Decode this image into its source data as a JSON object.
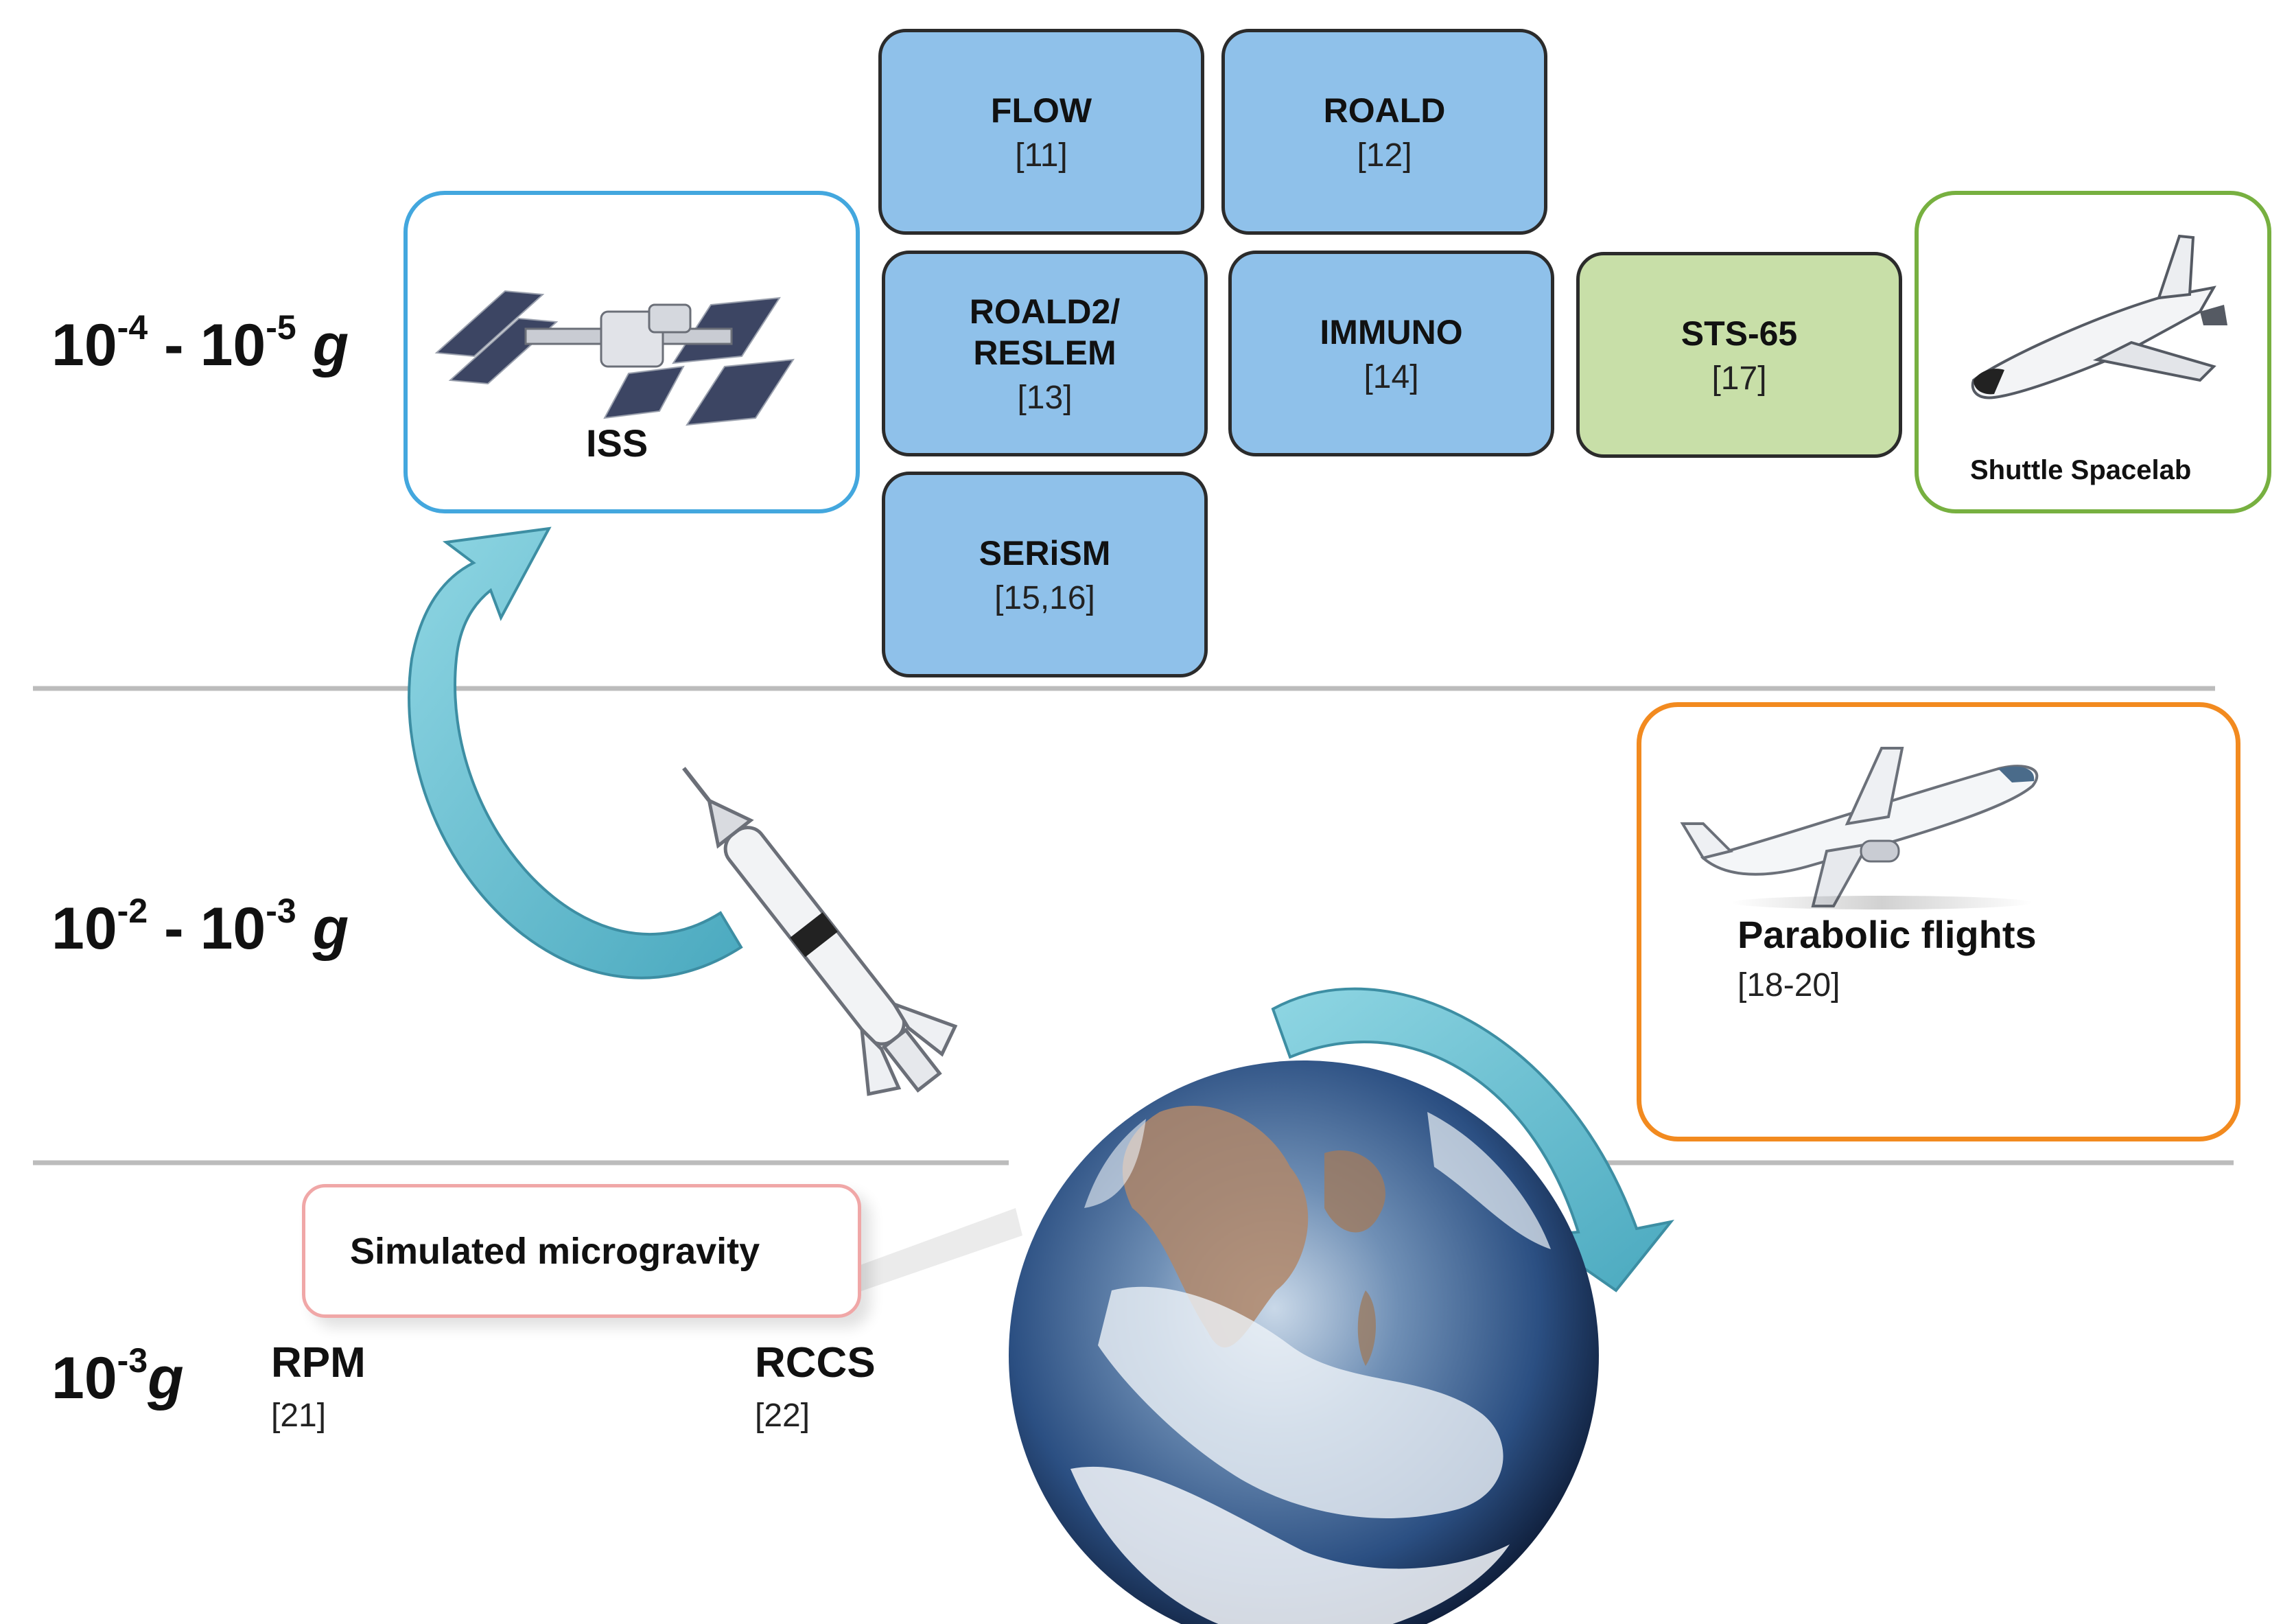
{
  "levels": {
    "top": {
      "base1": "10",
      "exp1": "-4",
      "sep": " - ",
      "base2": "10",
      "exp2": "-5",
      "unit": " g"
    },
    "middle": {
      "base1": "10",
      "exp1": "-2",
      "sep": " - ",
      "base2": "10",
      "exp2": "-3",
      "unit": " g"
    },
    "bottom": {
      "base": "10",
      "exp": "-3",
      "unit": "g"
    }
  },
  "platforms": {
    "iss": {
      "label": "ISS"
    },
    "shuttle": {
      "label": "Shuttle Spacelab"
    },
    "parabolic": {
      "label": "Parabolic flights",
      "ref": "[18-20]"
    },
    "simulated": {
      "label": "Simulated microgravity"
    }
  },
  "experiments": {
    "flow": {
      "name": "FLOW",
      "ref": "[11]"
    },
    "roald": {
      "name": "ROALD",
      "ref": "[12]"
    },
    "roald2": {
      "name": "ROALD2/\nRESLEM",
      "ref": "[13]"
    },
    "immuno": {
      "name": "IMMUNO",
      "ref": "[14]"
    },
    "sts65": {
      "name": "STS-65",
      "ref": "[17]"
    },
    "serism": {
      "name": "SERiSM",
      "ref": "[15,16]"
    }
  },
  "ground_devices": {
    "rpm": {
      "name": "RPM",
      "ref": "[21]"
    },
    "rccs": {
      "name": "RCCS",
      "ref": "[22]"
    }
  },
  "colors": {
    "experiment_blue": "#8fc1ea",
    "experiment_green": "#c8dfa8",
    "iss_frame": "#43a7de",
    "shuttle_frame": "#77b040",
    "parabolic_frame": "#f28a1f",
    "simulated_frame": "#f0a7a7",
    "arrow": "#6cc3d4",
    "divider": "#bcbcbc"
  },
  "icons": [
    "iss-icon",
    "shuttle-icon",
    "airplane-icon",
    "rocket-icon",
    "earth-icon",
    "curved-arrow-icon"
  ]
}
